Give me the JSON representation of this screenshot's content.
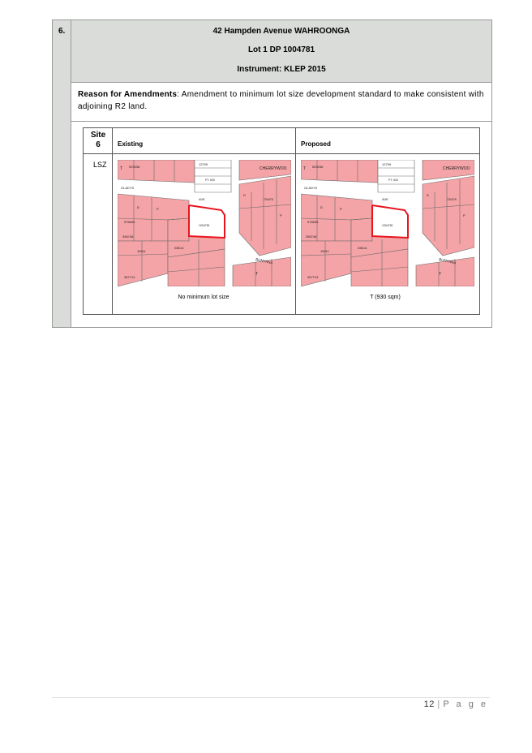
{
  "item": {
    "number": "6.",
    "title": "42 Hampden Avenue WAHROONGA",
    "lot": "Lot 1 DP 1004781",
    "instrument": "Instrument: KLEP 2015"
  },
  "reason": {
    "label": "Reason for Amendments",
    "text": ": Amendment to minimum lot size development standard to make consistent with adjoining R2 land."
  },
  "table": {
    "site_label_line1": "Site",
    "site_label_line2": "6",
    "existing_header": "Existing",
    "proposed_header": "Proposed",
    "row_label": "LSZ",
    "existing_caption": "No minimum lot size",
    "proposed_caption": "T (930 sqm)"
  },
  "map": {
    "fill_color": "#f4a3a6",
    "highlight_color": "#e8141d",
    "line_color": "#6b6b6b",
    "labels": {
      "gladys": "GLADYS",
      "ave": "AVE",
      "cherrywood": "CHERRYWOO",
      "bunyana": "BUNYANA",
      "lot_a": "529036",
      "lot_b": "12799",
      "lot_c": "1004781",
      "lot_d": "576606",
      "lot_e": "356748",
      "lot_f": "15911",
      "lot_g": "538141",
      "lot_h": "357713",
      "lot_i": "700475",
      "lot_j": "PT. 520",
      "t1": "T",
      "t2": "T",
      "d": "D",
      "p": "P"
    }
  },
  "footer": {
    "page_number": "12",
    "separator": "|",
    "page_word": "P a g e"
  }
}
